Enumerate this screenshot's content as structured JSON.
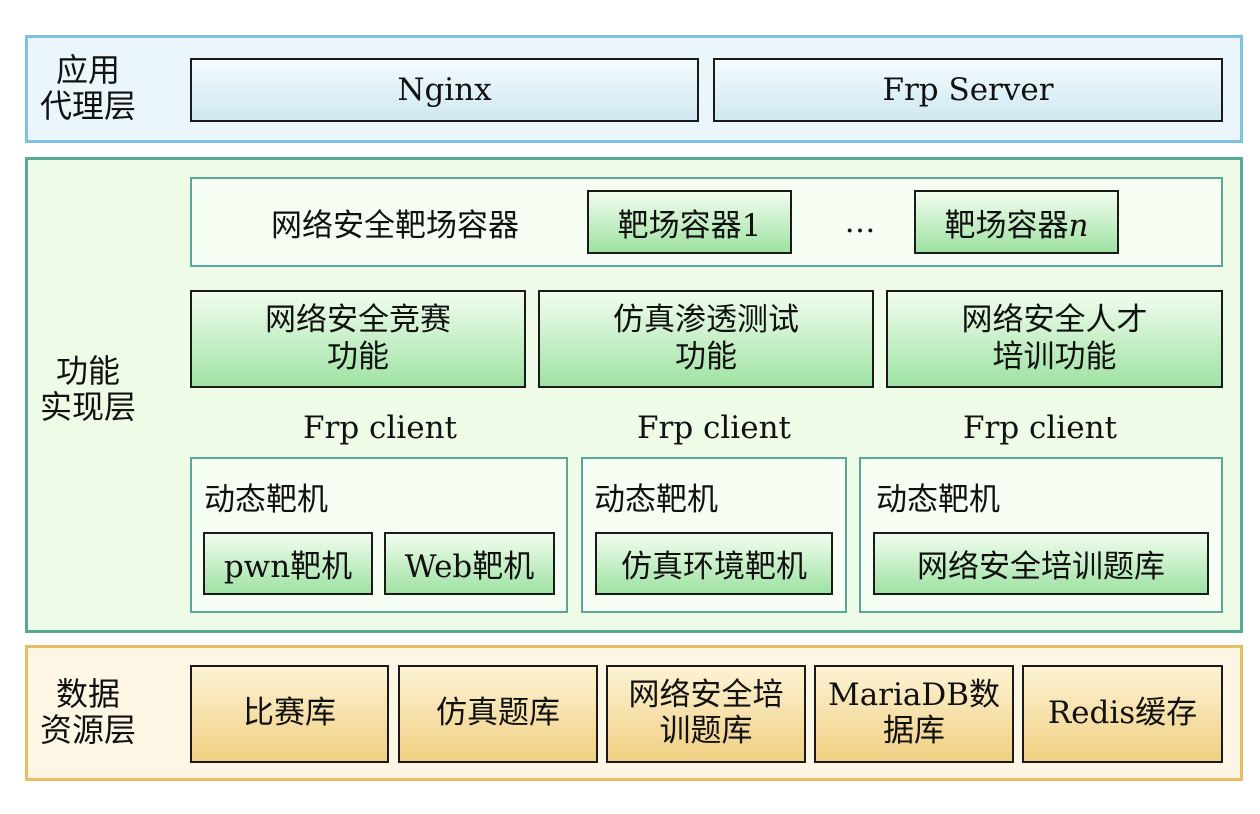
{
  "layers": {
    "proxy": {
      "label_line1": "应用",
      "label_line2": "代理层",
      "nginx": "Nginx",
      "frp_server": "Frp Server"
    },
    "function": {
      "label_line1": "功能",
      "label_line2": "实现层",
      "container_row": {
        "title": "网络安全靶场容器",
        "container_1": "靶场容器1",
        "ellipsis": "…",
        "container_n_prefix": "靶场容器",
        "container_n_suffix": "n"
      },
      "functions": [
        {
          "line1": "网络安全竞赛",
          "line2": "功能"
        },
        {
          "line1": "仿真渗透测试",
          "line2": "功能"
        },
        {
          "line1": "网络安全人才",
          "line2": "培训功能"
        }
      ],
      "frp_clients": [
        "Frp client",
        "Frp client",
        "Frp client"
      ],
      "dynamic_groups": [
        {
          "title": "动态靶机",
          "items": [
            "pwn靶机",
            "Web靶机"
          ]
        },
        {
          "title": "动态靶机",
          "items": [
            "仿真环境靶机"
          ]
        },
        {
          "title": "动态靶机",
          "items": [
            "网络安全培训题库"
          ]
        }
      ]
    },
    "data": {
      "label_line1": "数据",
      "label_line2": "资源层",
      "stores": [
        {
          "line1": "比赛库",
          "line2": ""
        },
        {
          "line1": "仿真题库",
          "line2": ""
        },
        {
          "line1": "网络安全培",
          "line2": "训题库"
        },
        {
          "line1": "MariaDB数",
          "line2": "据库"
        },
        {
          "line1": "Redis缓存",
          "line2": ""
        }
      ]
    }
  },
  "colors": {
    "proxy_border": "#7ec3e2",
    "function_border": "#58a898",
    "data_border": "#e7bf62",
    "box_border": "#1a1a1a"
  }
}
